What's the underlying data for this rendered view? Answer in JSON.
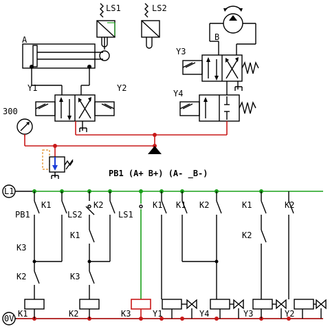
{
  "labels": {
    "ls1_top": "LS1",
    "ls2_top": "LS2",
    "cyl_a": "A",
    "motor_b": "B",
    "y3_top": "Y3",
    "y1_top": "Y1",
    "y2_top": "Y2",
    "y4_top": "Y4",
    "gauge": "300",
    "sequence": "PB1 (A+  B+)  (A- _B-)",
    "l1": "L1",
    "ov": "0V"
  },
  "ladder": {
    "contacts": [
      {
        "id": "pb1",
        "text": "PB1"
      },
      {
        "id": "k1_r1",
        "text": "K1"
      },
      {
        "id": "ls2",
        "text": "LS2"
      },
      {
        "id": "k2_r1",
        "text": "K2"
      },
      {
        "id": "ls1",
        "text": "LS1"
      },
      {
        "id": "k1_c6",
        "text": "K1"
      },
      {
        "id": "k1_c7",
        "text": "K1"
      },
      {
        "id": "k2_c8",
        "text": "K2"
      },
      {
        "id": "k1_c9",
        "text": "K1"
      },
      {
        "id": "k2_c10",
        "text": "K2"
      },
      {
        "id": "k3_c1",
        "text": "K3"
      },
      {
        "id": "k2_c1",
        "text": "K2"
      },
      {
        "id": "k1_c3",
        "text": "K1"
      },
      {
        "id": "k3_c3",
        "text": "K3"
      },
      {
        "id": "k2_c9",
        "text": "K2"
      }
    ],
    "coils": [
      {
        "id": "k1",
        "text": "K1"
      },
      {
        "id": "k2",
        "text": "K2"
      },
      {
        "id": "k3",
        "text": "K3"
      },
      {
        "id": "y1",
        "text": "Y1"
      },
      {
        "id": "y4",
        "text": "Y4"
      },
      {
        "id": "y3",
        "text": "Y3"
      },
      {
        "id": "y2",
        "text": "Y2"
      }
    ]
  },
  "colors": {
    "pressure_line": "#c81818",
    "supply_rail": "#19a019",
    "wire": "#000000",
    "flow_arrow": "#1a3cd8",
    "drain": "#e08a20"
  }
}
